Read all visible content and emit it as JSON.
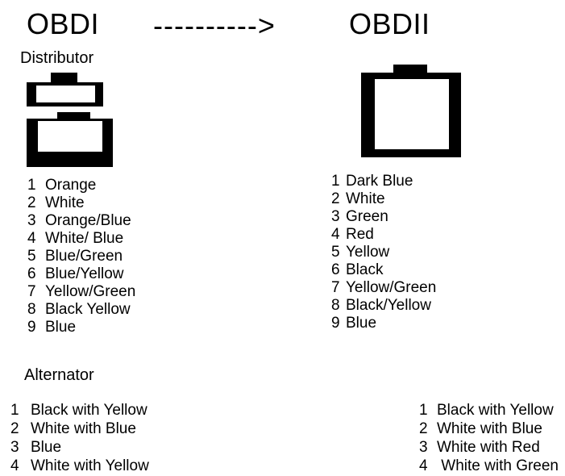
{
  "header": {
    "title_left": "OBDI",
    "arrow": "---------->",
    "title_right": "OBDII"
  },
  "distributor": {
    "label": "Distributor",
    "obd1_pins": [
      {
        "num": "1",
        "label": "Orange"
      },
      {
        "num": "2",
        "label": "White"
      },
      {
        "num": "3",
        "label": "Orange/Blue"
      },
      {
        "num": "4",
        "label": "White/ Blue"
      },
      {
        "num": "5",
        "label": "Blue/Green"
      },
      {
        "num": "6",
        "label": "Blue/Yellow"
      },
      {
        "num": "7",
        "label": "Yellow/Green"
      },
      {
        "num": "8",
        "label": "Black Yellow"
      },
      {
        "num": "9",
        "label": "Blue"
      }
    ],
    "obd2_pins": [
      {
        "num": "1",
        "label": "Dark Blue"
      },
      {
        "num": "2",
        "label": "White"
      },
      {
        "num": "3",
        "label": "Green"
      },
      {
        "num": "4",
        "label": "Red"
      },
      {
        "num": "5",
        "label": "Yellow"
      },
      {
        "num": "6",
        "label": "Black"
      },
      {
        "num": "7",
        "label": "Yellow/Green"
      },
      {
        "num": "8",
        "label": "Black/Yellow"
      },
      {
        "num": "9",
        "label": "Blue"
      }
    ]
  },
  "alternator": {
    "label": "Alternator",
    "obd1_pins": [
      {
        "num": "1",
        "label": "Black with Yellow"
      },
      {
        "num": "2",
        "label": "White with Blue"
      },
      {
        "num": "3",
        "label": "Blue"
      },
      {
        "num": "4",
        "label": "White with Yellow"
      }
    ],
    "obd2_pins": [
      {
        "num": "1",
        "label": "Black with Yellow"
      },
      {
        "num": "2",
        "label": "White with Blue"
      },
      {
        "num": "3",
        "label": "White with Red"
      },
      {
        "num": "4",
        "label": " White with Green"
      }
    ]
  },
  "colors": {
    "ink": "#000000",
    "background": "#ffffff",
    "connector_fill": "#000000",
    "connector_slot": "#ffffff"
  }
}
